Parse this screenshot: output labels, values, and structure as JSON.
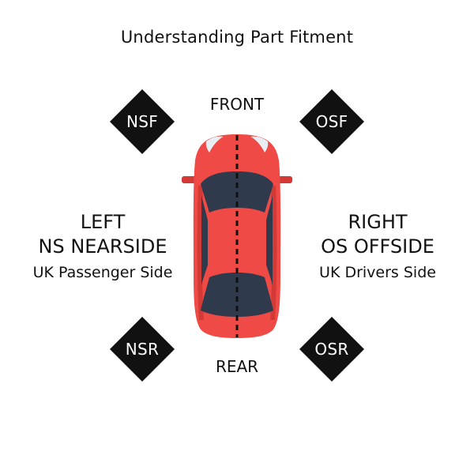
{
  "title": "Understanding Part Fitment",
  "labels": {
    "front": "FRONT",
    "rear": "REAR"
  },
  "corners": {
    "nsf": "NSF",
    "osf": "OSF",
    "nsr": "NSR",
    "osr": "OSR"
  },
  "left": {
    "line1": "LEFT",
    "line2": "NS NEARSIDE",
    "line3": "UK Passenger Side"
  },
  "right": {
    "line1": "RIGHT",
    "line2": "OS OFFSIDE",
    "line3": "UK Drivers Side"
  },
  "colors": {
    "car_body": "#ef4a45",
    "car_shadow": "#d33a36",
    "glass": "#2f3a4c",
    "headlight": "#e9eef4",
    "diamond": "#111111",
    "text": "#111111"
  }
}
